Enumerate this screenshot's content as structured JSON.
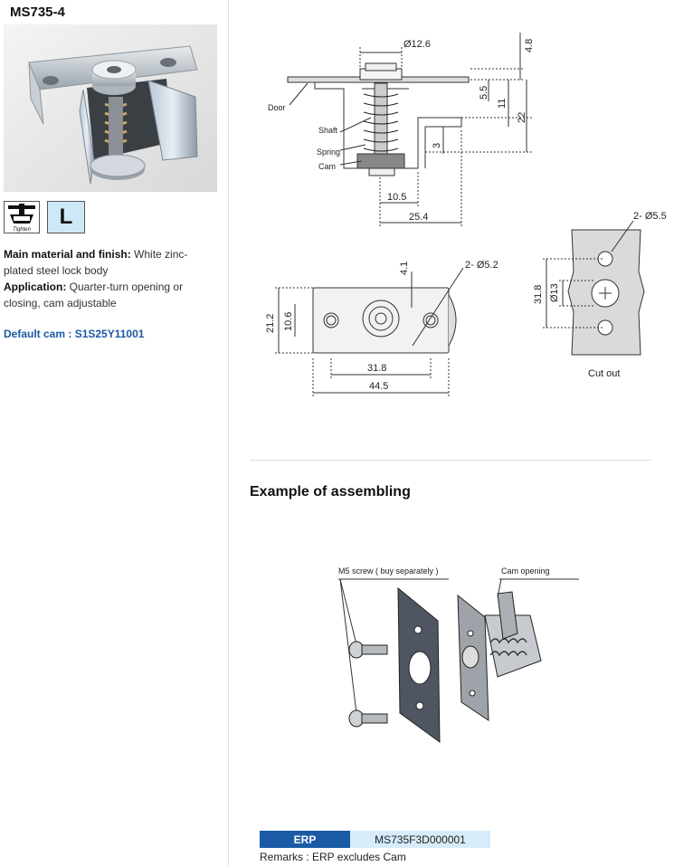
{
  "product": {
    "model": "MS735-4",
    "icon_l": "L",
    "icon_tighten": "Tighten",
    "material_label": "Main material and finish:",
    "material_value": "White zinc-plated steel lock body",
    "application_label": "Application:",
    "application_value": "Quarter-turn opening or closing, cam adjustable",
    "default_cam_label": "Default cam :",
    "default_cam_value": "S1S25Y11001",
    "accent_color": "#1b5ba6"
  },
  "drawing": {
    "side": {
      "d_head": "Ø12.6",
      "dim_4_8": "4.8",
      "dim_5_5": "5.5",
      "dim_11": "11",
      "dim_22": "22",
      "dim_3": "3",
      "dim_10_5": "10.5",
      "dim_25_4": "25.4",
      "label_door": "Door",
      "label_shaft": "Shaft",
      "label_spring": "Spring",
      "label_cam": "Cam"
    },
    "front": {
      "dim_21_2": "21.2",
      "dim_10_6": "10.6",
      "dim_4_1": "4.1",
      "holes": "2- Ø5.2",
      "dim_31_8": "31.8",
      "dim_44_5": "44.5"
    },
    "cutout": {
      "holes": "2- Ø5.5",
      "dim_31_8": "31.8",
      "d_13": "Ø13",
      "caption": "Cut out"
    }
  },
  "assembly": {
    "title": "Example of assembling",
    "label_screw": "M5 screw ( buy separately )",
    "label_cam_opening": "Cam opening"
  },
  "erp": {
    "label": "ERP",
    "code": "MS735F3D000001",
    "remarks": "Remarks : ERP excludes Cam"
  }
}
